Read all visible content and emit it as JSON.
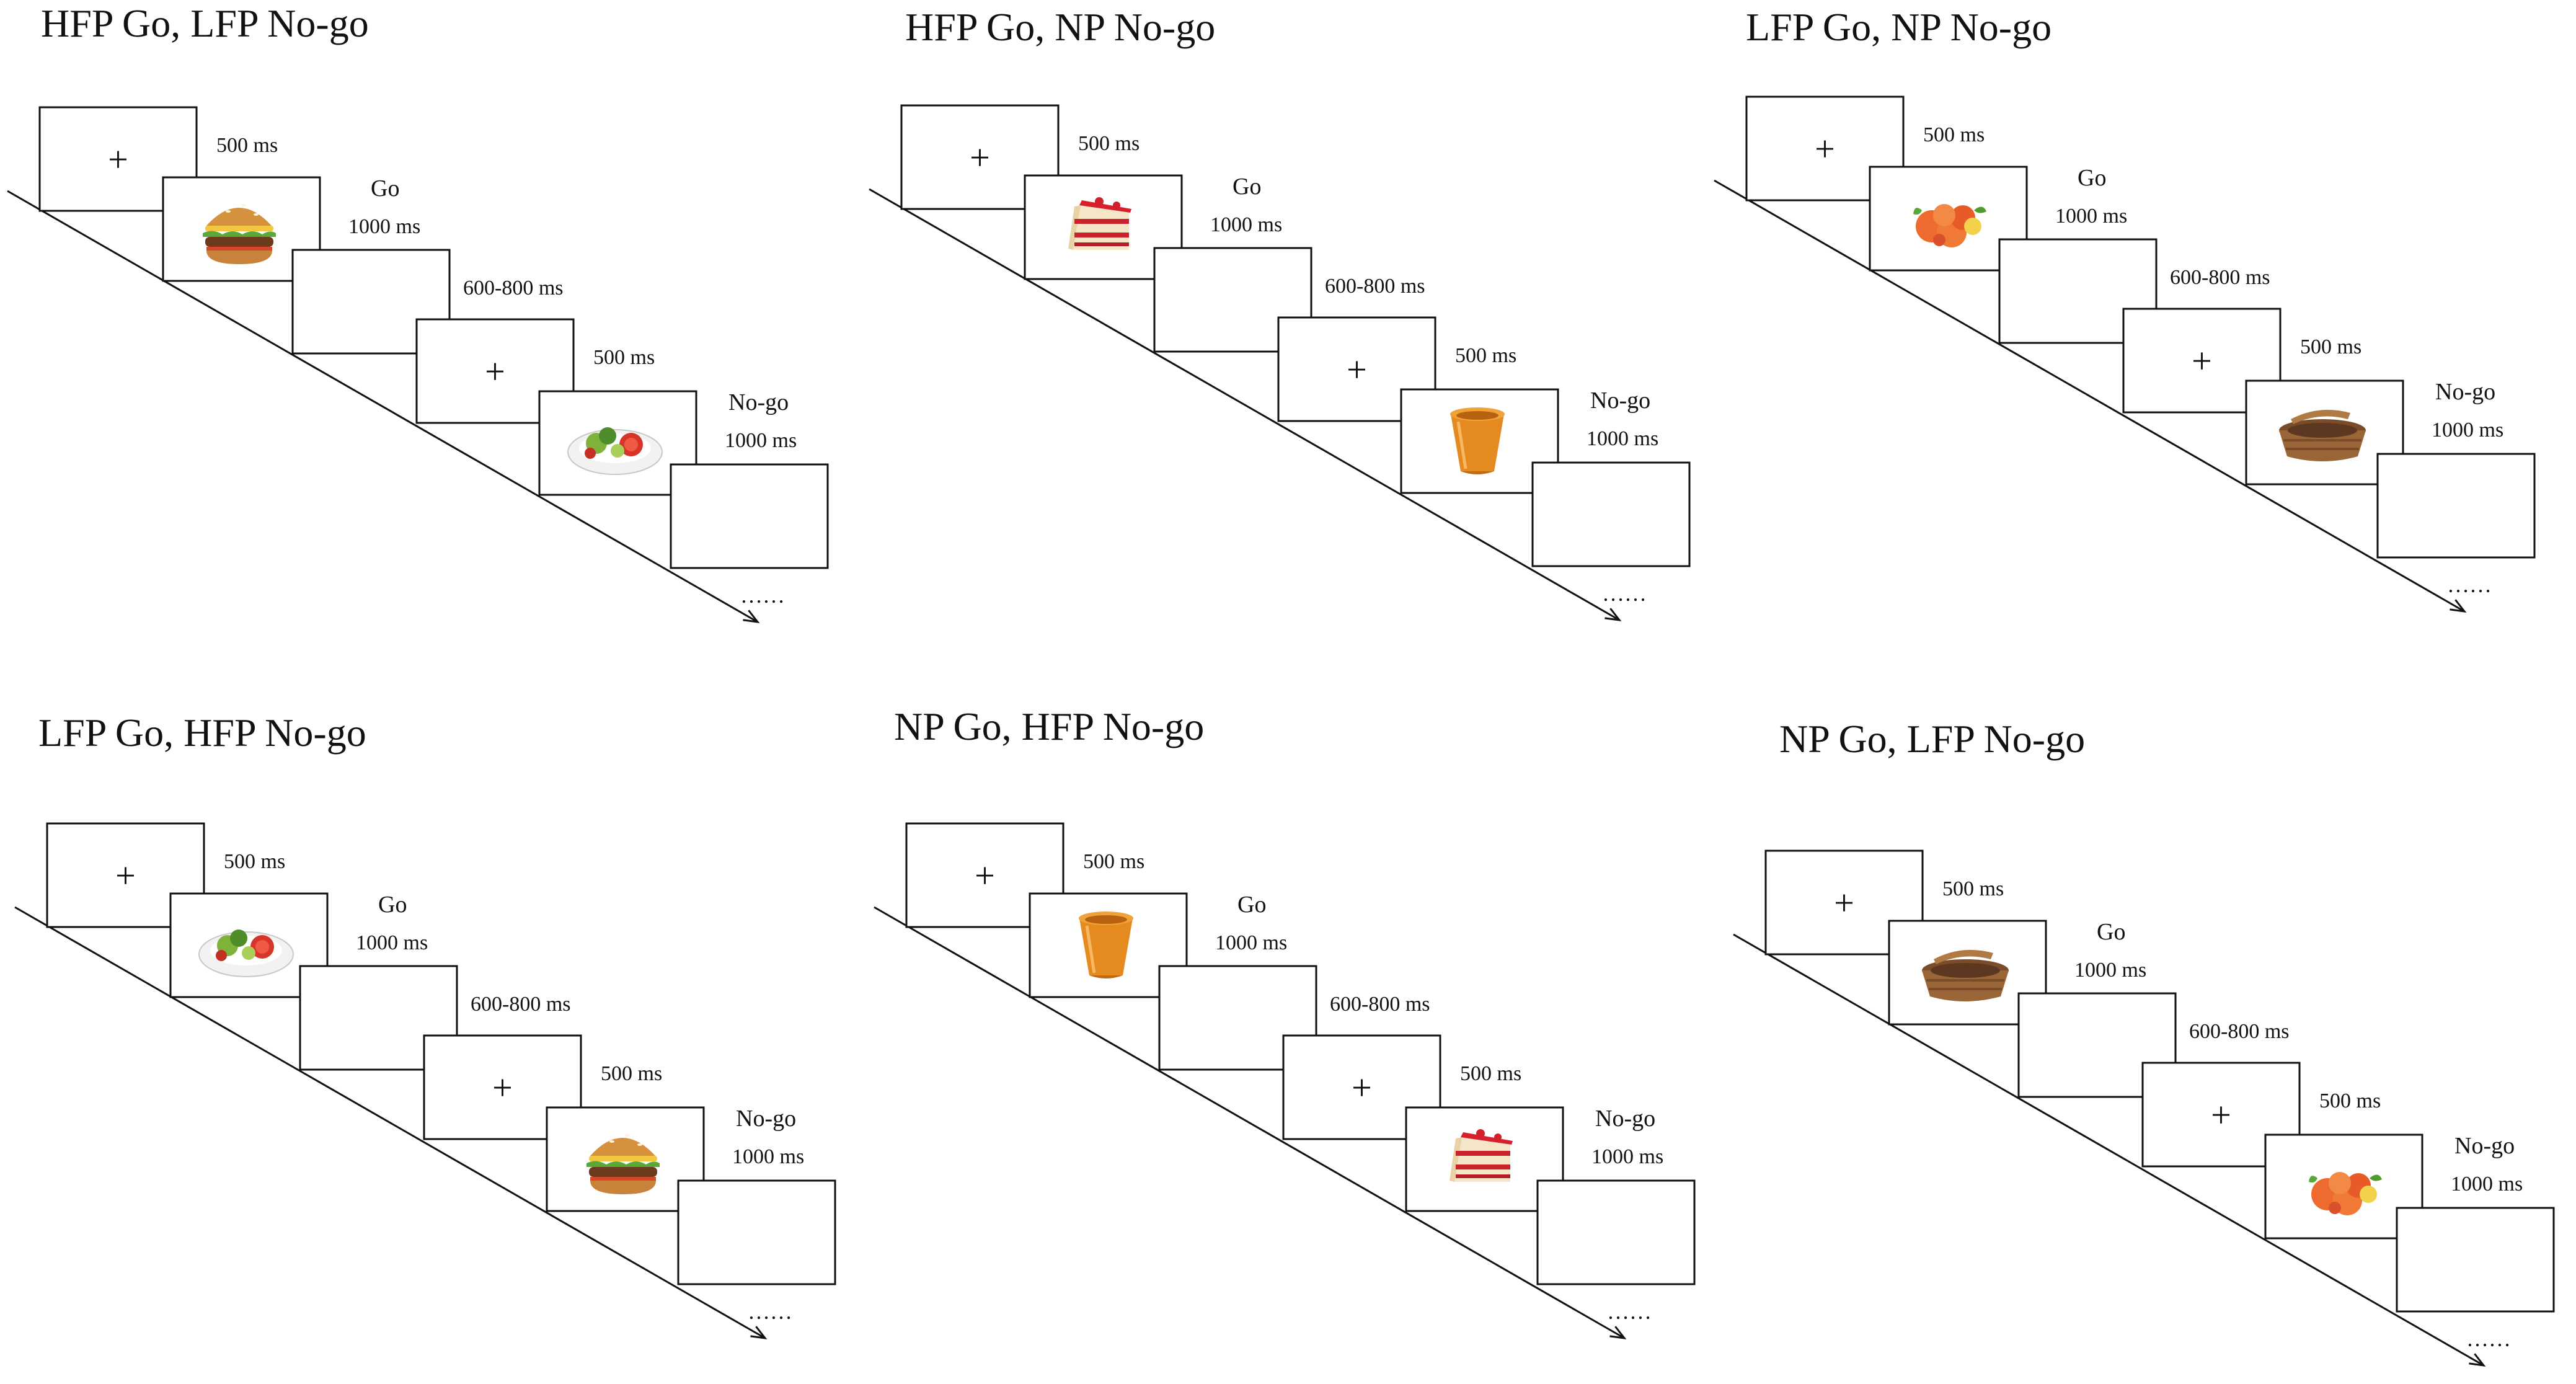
{
  "figure": {
    "panels": [
      {
        "title": "HFP Go, LFP No-go",
        "frames": [
          {
            "kind": "fixation",
            "label": "+",
            "duration": "500 ms"
          },
          {
            "kind": "image",
            "image": "burger-image",
            "response": "Go",
            "duration": "1000 ms"
          },
          {
            "kind": "blank",
            "duration": "600-800 ms"
          },
          {
            "kind": "fixation",
            "label": "+",
            "duration": "500 ms"
          },
          {
            "kind": "image",
            "image": "salad-image",
            "response": "No-go",
            "duration": "1000 ms"
          },
          {
            "kind": "blank"
          }
        ],
        "continuation": "……"
      },
      {
        "title": "HFP Go, NP No-go",
        "frames": [
          {
            "kind": "fixation",
            "label": "+",
            "duration": "500 ms"
          },
          {
            "kind": "image",
            "image": "cake-image",
            "response": "Go",
            "duration": "1000 ms"
          },
          {
            "kind": "blank",
            "duration": "600-800 ms"
          },
          {
            "kind": "fixation",
            "label": "+",
            "duration": "500 ms"
          },
          {
            "kind": "image",
            "image": "pot-image",
            "response": "No-go",
            "duration": "1000 ms"
          },
          {
            "kind": "blank"
          }
        ],
        "continuation": "……"
      },
      {
        "title": "LFP Go, NP No-go",
        "frames": [
          {
            "kind": "fixation",
            "label": "+",
            "duration": "500 ms"
          },
          {
            "kind": "image",
            "image": "vegetables-image",
            "response": "Go",
            "duration": "1000 ms"
          },
          {
            "kind": "blank",
            "duration": "600-800 ms"
          },
          {
            "kind": "fixation",
            "label": "+",
            "duration": "500 ms"
          },
          {
            "kind": "image",
            "image": "basket-image",
            "response": "No-go",
            "duration": "1000 ms"
          },
          {
            "kind": "blank"
          }
        ],
        "continuation": "……"
      },
      {
        "title": "LFP Go, HFP No-go",
        "frames": [
          {
            "kind": "fixation",
            "label": "+",
            "duration": "500 ms"
          },
          {
            "kind": "image",
            "image": "salad-image",
            "response": "Go",
            "duration": "1000 ms"
          },
          {
            "kind": "blank",
            "duration": "600-800 ms"
          },
          {
            "kind": "fixation",
            "label": "+",
            "duration": "500 ms"
          },
          {
            "kind": "image",
            "image": "burger-image",
            "response": "No-go",
            "duration": "1000 ms"
          },
          {
            "kind": "blank"
          }
        ],
        "continuation": "……"
      },
      {
        "title": "NP Go, HFP No-go",
        "frames": [
          {
            "kind": "fixation",
            "label": "+",
            "duration": "500 ms"
          },
          {
            "kind": "image",
            "image": "pot-image",
            "response": "Go",
            "duration": "1000 ms"
          },
          {
            "kind": "blank",
            "duration": "600-800 ms"
          },
          {
            "kind": "fixation",
            "label": "+",
            "duration": "500 ms"
          },
          {
            "kind": "image",
            "image": "cake-image",
            "response": "No-go",
            "duration": "1000 ms"
          },
          {
            "kind": "blank"
          }
        ],
        "continuation": "……"
      },
      {
        "title": "NP Go, LFP No-go",
        "frames": [
          {
            "kind": "fixation",
            "label": "+",
            "duration": "500 ms"
          },
          {
            "kind": "image",
            "image": "basket-image",
            "response": "Go",
            "duration": "1000 ms"
          },
          {
            "kind": "blank",
            "duration": "600-800 ms"
          },
          {
            "kind": "fixation",
            "label": "+",
            "duration": "500 ms"
          },
          {
            "kind": "image",
            "image": "vegetables-image",
            "response": "No-go",
            "duration": "1000 ms"
          },
          {
            "kind": "blank"
          }
        ],
        "continuation": "……"
      }
    ]
  }
}
